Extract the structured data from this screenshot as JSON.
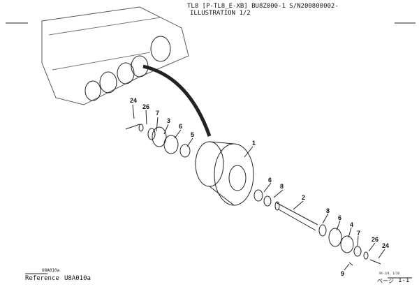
{
  "header": {
    "line1": "TL8 [P-TL8_E-XB]  BU8Z000-1 S/N200800002-",
    "line2": "ILLUSTRATION 1/2"
  },
  "footer": {
    "ref_small": "U8A010a",
    "ref_label": "Reference",
    "ref_value": "U8A010a",
    "page_small": "94-1/8, 1/20",
    "page_label": "ページ",
    "page_value": "1-1"
  },
  "callouts": [
    "24",
    "26",
    "7",
    "3",
    "6",
    "5",
    "1",
    "6",
    "8",
    "2",
    "8",
    "6",
    "4",
    "7",
    "26",
    "24",
    "9"
  ]
}
